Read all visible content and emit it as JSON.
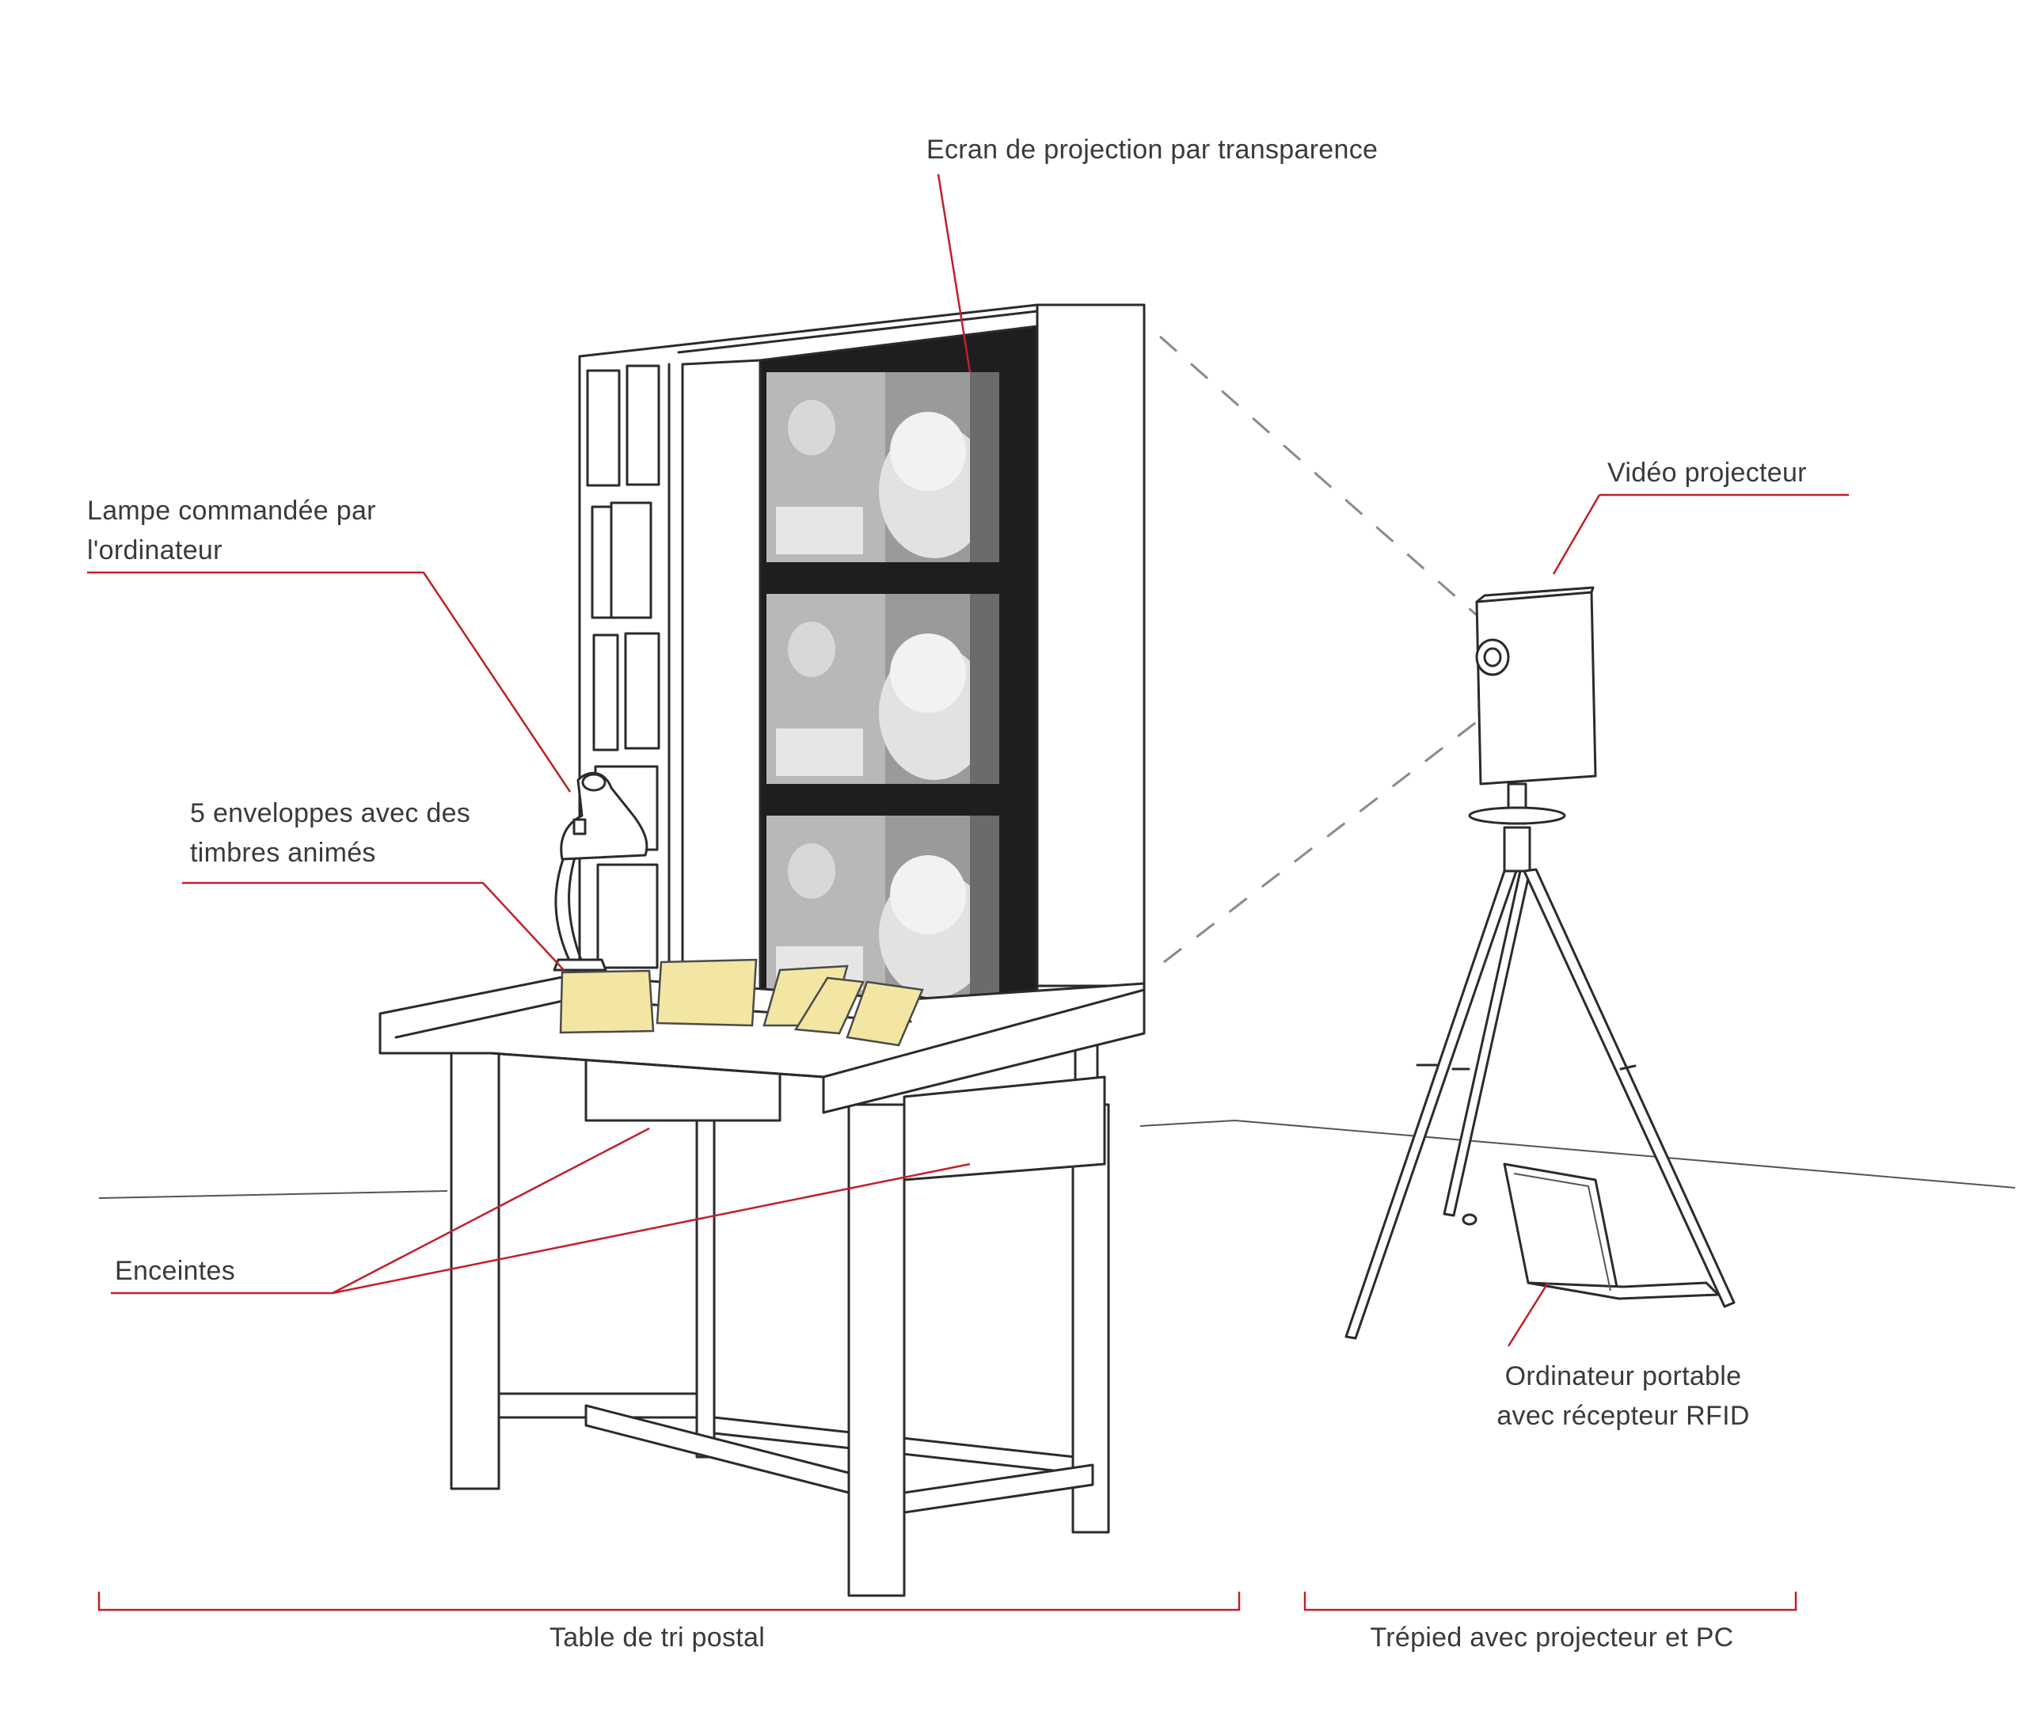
{
  "labels": {
    "screen": "Ecran de projection par transparence",
    "projector": "Vidéo projecteur",
    "lamp": [
      "Lampe commandée par",
      "l'ordinateur"
    ],
    "envelopes": [
      "5 enveloppes avec des",
      "timbres animés"
    ],
    "speakers": "Enceintes",
    "laptop": [
      "Ordinateur portable",
      "avec récepteur RFID"
    ],
    "table_group": "Table de tri postal",
    "tripod_group": "Trépied avec projecteur et PC"
  },
  "colors": {
    "leader_line": "#c0202a",
    "envelope_fill": "#f3e6a2",
    "screen_dark": "#1e1e1e",
    "outline": "#2b2b2b"
  }
}
